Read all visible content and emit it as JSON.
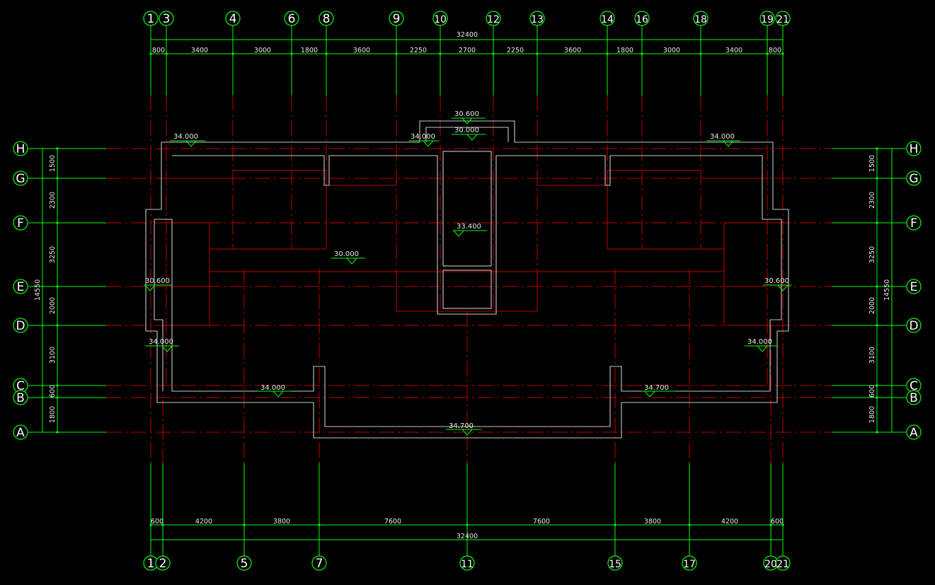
{
  "drawing": {
    "colors": {
      "background": "#000000",
      "dimension": "#00ff00",
      "axis": "#c00000",
      "wall": "#c8c8c8",
      "text": "#e8e8e8"
    },
    "top_axes": [
      "1",
      "3",
      "4",
      "6",
      "8",
      "9",
      "10",
      "12",
      "13",
      "14",
      "16",
      "18",
      "19",
      "21"
    ],
    "bottom_axes": [
      "1",
      "2",
      "5",
      "7",
      "11",
      "15",
      "17",
      "20",
      "21"
    ],
    "row_axes": [
      "H",
      "G",
      "F",
      "E",
      "D",
      "C",
      "B",
      "A"
    ],
    "top_dims": {
      "total": "32400",
      "segments": [
        "800",
        "3400",
        "3000",
        "1800",
        "3600",
        "2250",
        "2700",
        "2250",
        "3600",
        "1800",
        "3000",
        "3400",
        "800"
      ]
    },
    "bottom_dims": {
      "total": "32400",
      "segments": [
        "600",
        "4200",
        "3800",
        "7600",
        "7600",
        "3800",
        "4200",
        "600"
      ]
    },
    "side_dims": {
      "total": "14550",
      "segments": [
        "1500",
        "2300",
        "3250",
        "2000",
        "3100",
        "600",
        "1800"
      ]
    },
    "elevations": [
      "34.000",
      "34.000",
      "34.000",
      "30.600",
      "30.000",
      "33.400",
      "30.000",
      "30.600",
      "30.600",
      "34.000",
      "34.000",
      "34.000",
      "34.700",
      "34.700"
    ]
  }
}
